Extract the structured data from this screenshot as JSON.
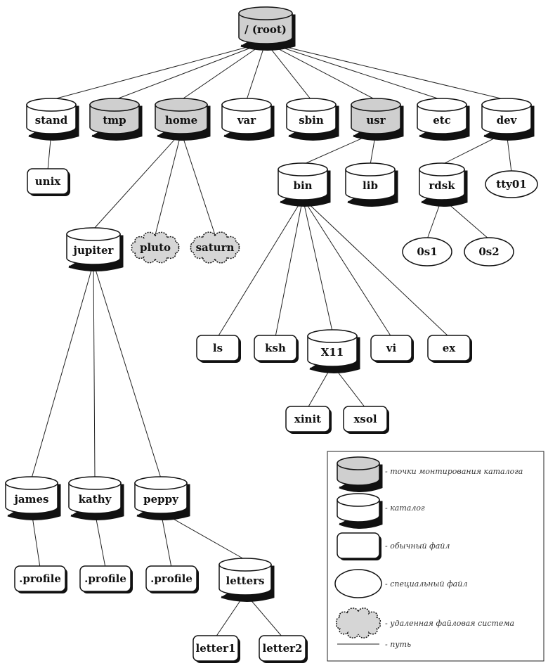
{
  "nodes": [
    {
      "id": "root",
      "label": "/ (root)",
      "type": "mount"
    },
    {
      "id": "stand",
      "label": "stand",
      "type": "dir"
    },
    {
      "id": "tmp",
      "label": "tmp",
      "type": "mount"
    },
    {
      "id": "home",
      "label": "home",
      "type": "mount"
    },
    {
      "id": "var",
      "label": "var",
      "type": "dir"
    },
    {
      "id": "sbin",
      "label": "sbin",
      "type": "dir"
    },
    {
      "id": "usr",
      "label": "usr",
      "type": "mount"
    },
    {
      "id": "etc",
      "label": "etc",
      "type": "dir"
    },
    {
      "id": "dev",
      "label": "dev",
      "type": "dir"
    },
    {
      "id": "unix",
      "label": "unix",
      "type": "file"
    },
    {
      "id": "bin",
      "label": "bin",
      "type": "dir"
    },
    {
      "id": "lib",
      "label": "lib",
      "type": "dir"
    },
    {
      "id": "rdsk",
      "label": "rdsk",
      "type": "dir"
    },
    {
      "id": "tty01",
      "label": "tty01",
      "type": "special"
    },
    {
      "id": "jupiter",
      "label": "jupiter",
      "type": "dir"
    },
    {
      "id": "pluto",
      "label": "pluto",
      "type": "remote"
    },
    {
      "id": "saturn",
      "label": "saturn",
      "type": "remote"
    },
    {
      "id": "0s1",
      "label": "0s1",
      "type": "special"
    },
    {
      "id": "0s2",
      "label": "0s2",
      "type": "special"
    },
    {
      "id": "ls",
      "label": "ls",
      "type": "file"
    },
    {
      "id": "ksh",
      "label": "ksh",
      "type": "file"
    },
    {
      "id": "X11",
      "label": "X11",
      "type": "dir"
    },
    {
      "id": "vi",
      "label": "vi",
      "type": "file"
    },
    {
      "id": "ex",
      "label": "ex",
      "type": "file"
    },
    {
      "id": "xinit",
      "label": "xinit",
      "type": "file"
    },
    {
      "id": "xsol",
      "label": "xsol",
      "type": "file"
    },
    {
      "id": "james",
      "label": "james",
      "type": "dir"
    },
    {
      "id": "kathy",
      "label": "kathy",
      "type": "dir"
    },
    {
      "id": "peppy",
      "label": "peppy",
      "type": "dir"
    },
    {
      "id": "profile1",
      "label": ".profile",
      "type": "file"
    },
    {
      "id": "profile2",
      "label": ".profile",
      "type": "file"
    },
    {
      "id": "profile3",
      "label": ".profile",
      "type": "file"
    },
    {
      "id": "letters",
      "label": "letters",
      "type": "dir"
    },
    {
      "id": "letter1",
      "label": "letter1",
      "type": "file"
    },
    {
      "id": "letter2",
      "label": "letter2",
      "type": "file"
    }
  ],
  "edges": [
    [
      "root",
      "stand"
    ],
    [
      "root",
      "tmp"
    ],
    [
      "root",
      "home"
    ],
    [
      "root",
      "var"
    ],
    [
      "root",
      "sbin"
    ],
    [
      "root",
      "usr"
    ],
    [
      "root",
      "etc"
    ],
    [
      "root",
      "dev"
    ],
    [
      "stand",
      "unix"
    ],
    [
      "home",
      "jupiter"
    ],
    [
      "home",
      "pluto"
    ],
    [
      "home",
      "saturn"
    ],
    [
      "usr",
      "bin"
    ],
    [
      "usr",
      "lib"
    ],
    [
      "dev",
      "rdsk"
    ],
    [
      "dev",
      "tty01"
    ],
    [
      "rdsk",
      "0s1"
    ],
    [
      "rdsk",
      "0s2"
    ],
    [
      "bin",
      "ls"
    ],
    [
      "bin",
      "ksh"
    ],
    [
      "bin",
      "X11"
    ],
    [
      "bin",
      "vi"
    ],
    [
      "bin",
      "ex"
    ],
    [
      "X11",
      "xinit"
    ],
    [
      "X11",
      "xsol"
    ],
    [
      "jupiter",
      "james"
    ],
    [
      "jupiter",
      "kathy"
    ],
    [
      "jupiter",
      "peppy"
    ],
    [
      "james",
      "profile1"
    ],
    [
      "kathy",
      "profile2"
    ],
    [
      "peppy",
      "profile3"
    ],
    [
      "peppy",
      "letters"
    ],
    [
      "letters",
      "letter1"
    ],
    [
      "letters",
      "letter2"
    ]
  ],
  "legend": [
    {
      "type": "mount",
      "text": "- точки монтирования каталога"
    },
    {
      "type": "dir",
      "text": "- каталог"
    },
    {
      "type": "file",
      "text": "- обычный файл"
    },
    {
      "type": "special",
      "text": "- специальный файл"
    },
    {
      "type": "remote",
      "text": "- удаленная файловая система"
    },
    {
      "type": "path",
      "text": "- путь"
    }
  ],
  "colors": {
    "mount_fill": "#cfcfcf",
    "remote_fill": "#d6d6d6",
    "plain_fill": "#ffffff",
    "stroke": "#111111"
  }
}
